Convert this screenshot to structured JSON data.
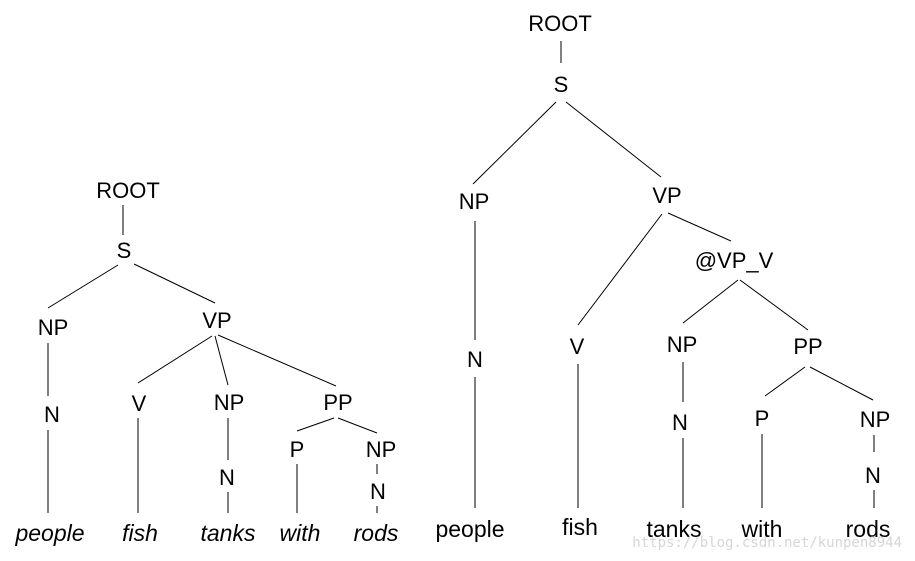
{
  "left_tree": {
    "root": "ROOT",
    "s": "S",
    "np": "NP",
    "n": "N",
    "vp": "VP",
    "v": "V",
    "np2": "NP",
    "n2": "N",
    "pp": "PP",
    "p": "P",
    "np3": "NP",
    "n3": "N",
    "leaves": [
      "people",
      "fish",
      "tanks",
      "with",
      "rods"
    ]
  },
  "right_tree": {
    "root": "ROOT",
    "s": "S",
    "np": "NP",
    "n": "N",
    "vp": "VP",
    "v": "V",
    "vp_v": "@VP_V",
    "np2": "NP",
    "n2": "N",
    "pp": "PP",
    "p": "P",
    "np3": "NP",
    "n3": "N",
    "leaves": [
      "people",
      "fish",
      "tanks",
      "with",
      "rods"
    ]
  },
  "watermark": "https://blog.csdn.net/kunpen8944"
}
